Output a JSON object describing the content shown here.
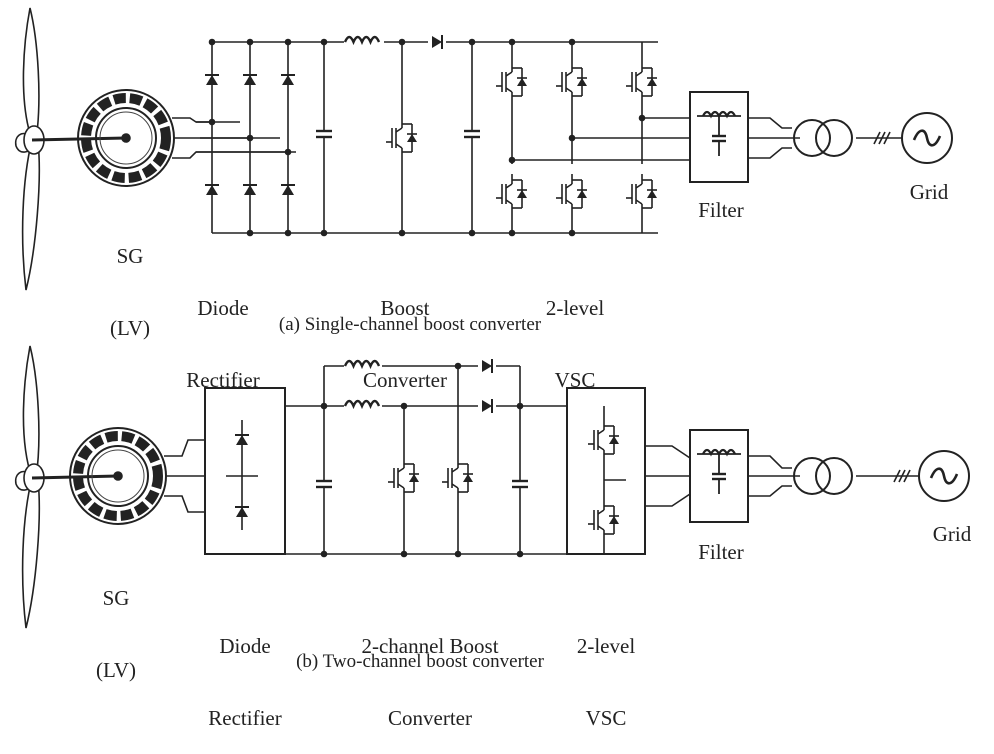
{
  "labels": {
    "sg_top_1": "SG",
    "sg_top_2": "(LV)",
    "rect_top_1": "Diode",
    "rect_top_2": "Rectifier",
    "boost_top_1": "Boost",
    "boost_top_2": "Converter",
    "vsc_top_1": "2-level",
    "vsc_top_2": "VSC",
    "filter_top": "Filter",
    "grid_top": "Grid",
    "caption_a": "(a) Single-channel boost converter",
    "sg_bot_1": "SG",
    "sg_bot_2": "(LV)",
    "rect_bot_1": "Diode",
    "rect_bot_2": "Rectifier",
    "boost_bot_1": "2-channel Boost",
    "boost_bot_2": "Converter",
    "vsc_bot_1": "2-level",
    "vsc_bot_2": "VSC",
    "filter_bot": "Filter",
    "grid_bot": "Grid",
    "caption_b": "(b) Two-channel boost converter"
  }
}
